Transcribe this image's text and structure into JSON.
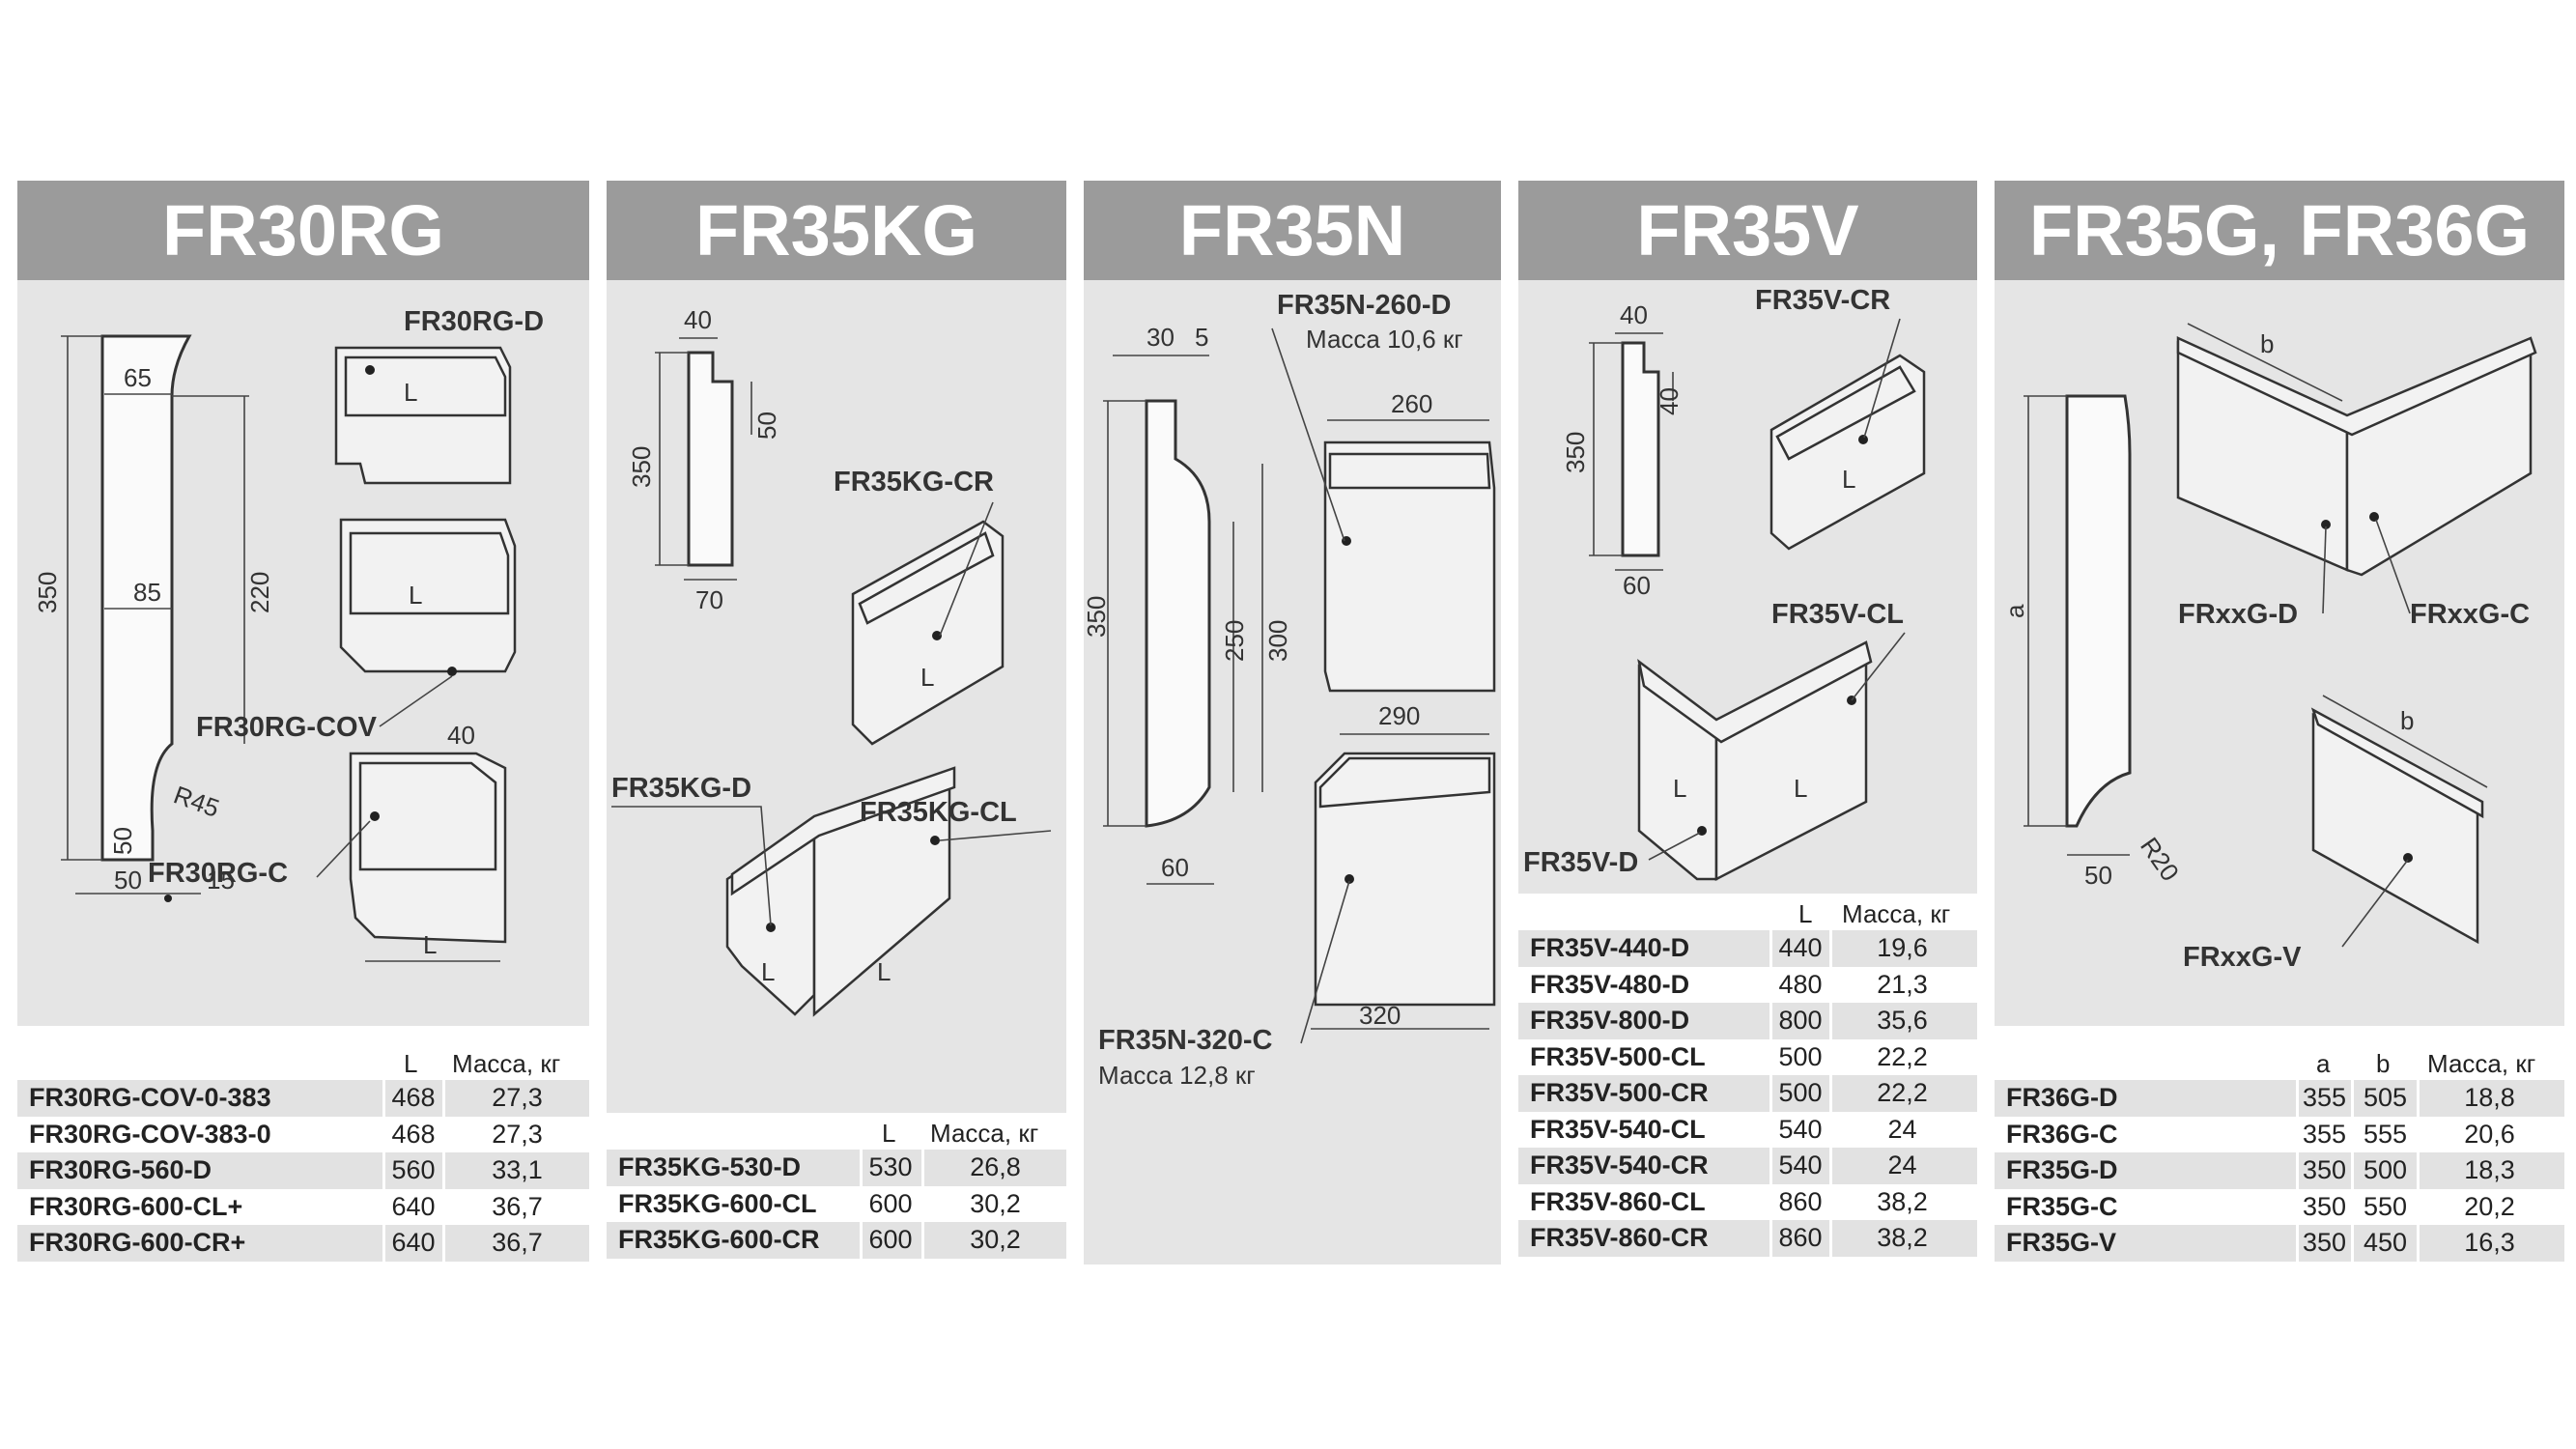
{
  "panels": [
    {
      "title": "FR30RG",
      "drawing_labels": {
        "d": "FR30RG-D",
        "cov": "FR30RG-COV",
        "c": "FR30RG-C"
      },
      "dims": {
        "d65": "65",
        "d350": "350",
        "d220": "220",
        "d85": "85",
        "r45": "R45",
        "d50a": "50",
        "d50b": "50",
        "d15": "15",
        "d40": "40",
        "L1": "L",
        "L2": "L",
        "L3": "L"
      },
      "columns": [
        "L",
        "Масса, кг"
      ],
      "rows": [
        {
          "name": "FR30RG-COV-0-383",
          "l": "468",
          "mass": "27,3"
        },
        {
          "name": "FR30RG-COV-383-0",
          "l": "468",
          "mass": "27,3"
        },
        {
          "name": "FR30RG-560-D",
          "l": "560",
          "mass": "33,1"
        },
        {
          "name": "FR30RG-600-CL+",
          "l": "640",
          "mass": "36,7"
        },
        {
          "name": "FR30RG-600-CR+",
          "l": "640",
          "mass": "36,7"
        }
      ]
    },
    {
      "title": "FR35KG",
      "drawing_labels": {
        "cr": "FR35KG-CR",
        "d": "FR35KG-D",
        "cl": "FR35KG-CL"
      },
      "dims": {
        "d40": "40",
        "d350": "350",
        "d50": "50",
        "d70": "70",
        "L1": "L",
        "L2": "L",
        "L3": "L"
      },
      "columns": [
        "L",
        "Масса, кг"
      ],
      "rows": [
        {
          "name": "FR35KG-530-D",
          "l": "530",
          "mass": "26,8"
        },
        {
          "name": "FR35KG-600-CL",
          "l": "600",
          "mass": "30,2"
        },
        {
          "name": "FR35KG-600-CR",
          "l": "600",
          "mass": "30,2"
        }
      ]
    },
    {
      "title": "FR35N",
      "drawing_labels": {
        "n260": "FR35N-260-D",
        "n260_mass": "Масса 10,6 кг",
        "n320": "FR35N-320-C",
        "n320_mass": "Масса 12,8 кг"
      },
      "dims": {
        "d30": "30",
        "d5": "5",
        "d350": "350",
        "d250": "250",
        "d300": "300",
        "d60": "60",
        "d260": "260",
        "d290": "290",
        "d320": "320"
      }
    },
    {
      "title": "FR35V",
      "drawing_labels": {
        "cr": "FR35V-CR",
        "cl": "FR35V-CL",
        "d": "FR35V-D"
      },
      "dims": {
        "d40a": "40",
        "d40b": "40",
        "d350": "350",
        "d60": "60",
        "L1": "L",
        "L2": "L",
        "L3": "L"
      },
      "columns": [
        "L",
        "Масса, кг"
      ],
      "rows": [
        {
          "name": "FR35V-440-D",
          "l": "440",
          "mass": "19,6"
        },
        {
          "name": "FR35V-480-D",
          "l": "480",
          "mass": "21,3"
        },
        {
          "name": "FR35V-800-D",
          "l": "800",
          "mass": "35,6"
        },
        {
          "name": "FR35V-500-CL",
          "l": "500",
          "mass": "22,2"
        },
        {
          "name": "FR35V-500-CR",
          "l": "500",
          "mass": "22,2"
        },
        {
          "name": "FR35V-540-CL",
          "l": "540",
          "mass": "24"
        },
        {
          "name": "FR35V-540-CR",
          "l": "540",
          "mass": "24"
        },
        {
          "name": "FR35V-860-CL",
          "l": "860",
          "mass": "38,2"
        },
        {
          "name": "FR35V-860-CR",
          "l": "860",
          "mass": "38,2"
        }
      ]
    },
    {
      "title": "FR35G, FR36G",
      "drawing_labels": {
        "d": "FRxxG-D",
        "c": "FRxxG-C",
        "v": "FRxxG-V"
      },
      "dims": {
        "a": "a",
        "b1": "b",
        "b2": "b",
        "d50": "50",
        "r20": "R20"
      },
      "columns": [
        "a",
        "b",
        "Масса, кг"
      ],
      "rows": [
        {
          "name": "FR36G-D",
          "a": "355",
          "b": "505",
          "mass": "18,8"
        },
        {
          "name": "FR36G-C",
          "a": "355",
          "b": "555",
          "mass": "20,6"
        },
        {
          "name": "FR35G-D",
          "a": "350",
          "b": "500",
          "mass": "18,3"
        },
        {
          "name": "FR35G-C",
          "a": "350",
          "b": "550",
          "mass": "20,2"
        },
        {
          "name": "FR35G-V",
          "a": "350",
          "b": "450",
          "mass": "16,3"
        }
      ]
    }
  ]
}
